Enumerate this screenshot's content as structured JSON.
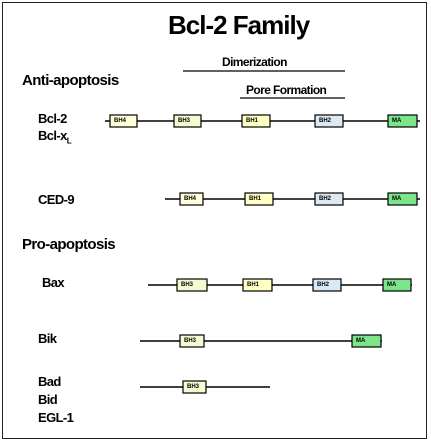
{
  "title": "Bcl-2 Family",
  "annotations": {
    "dimerization": "Dimerization",
    "pore_formation": "Pore Formation"
  },
  "sections": {
    "anti": "Anti-apoptosis",
    "pro": "Pro-apoptosis"
  },
  "proteins": {
    "bcl2": "Bcl-2",
    "bclx_main": "Bcl-x",
    "bclx_sub": "L",
    "ced9": "CED-9",
    "bax": "Bax",
    "bik": "Bik",
    "bad": "Bad",
    "bid": "Bid",
    "egl1": "EGL-1"
  },
  "domain_labels": {
    "BH4": "BH4",
    "BH3": "BH3",
    "BH1": "BH1",
    "BH2": "BH2",
    "MA": "MA"
  },
  "domain_colors": {
    "BH4": "#ffffd9",
    "BH3": "#f3fbd3",
    "BH1": "#ffffc4",
    "BH2": "#dbe9f5",
    "MA": "#7ce58a"
  },
  "rows": [
    {
      "name": "Bcl-2 / Bcl-xL",
      "domains": [
        "BH4",
        "BH3",
        "BH1",
        "BH2",
        "MA"
      ]
    },
    {
      "name": "CED-9",
      "domains": [
        "BH4",
        "BH1",
        "BH2",
        "MA"
      ]
    },
    {
      "name": "Bax",
      "domains": [
        "BH3",
        "BH1",
        "BH2",
        "MA"
      ]
    },
    {
      "name": "Bik",
      "domains": [
        "BH3",
        "MA"
      ]
    },
    {
      "name": "Bad / Bid / EGL-1",
      "domains": [
        "BH3"
      ]
    }
  ]
}
